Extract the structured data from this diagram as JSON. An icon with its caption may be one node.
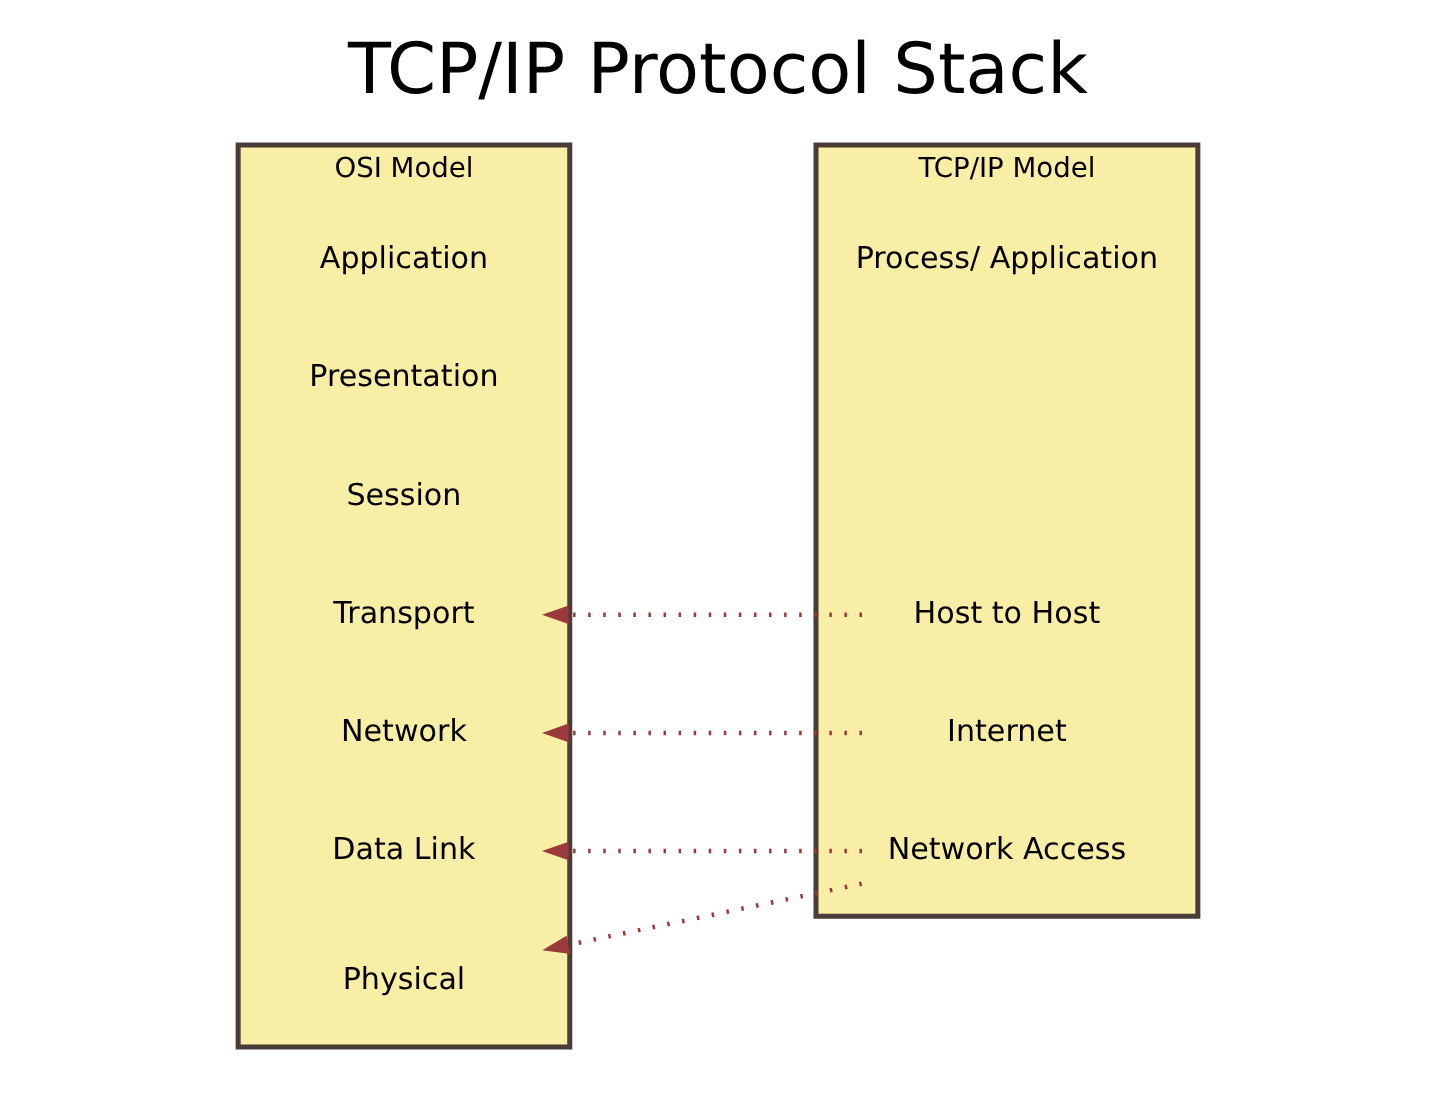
{
  "diagram": {
    "title": "TCP/IP Protocol Stack",
    "nodes": [
      {
        "text": [
          "OSI Model"
        ]
      },
      {
        "text": [
          "Application"
        ],
        "in": 0
      },
      {
        "text": [
          "Presentation"
        ],
        "in": 0
      },
      {
        "text": [
          "Session"
        ],
        "in": 0
      },
      {
        "text": [
          "Transport"
        ],
        "in": 0
      },
      {
        "text": [
          "Network"
        ],
        "in": 0
      },
      {
        "text": [
          "Data Link"
        ],
        "in": 0
      },
      {
        "text": [
          "Physical"
        ],
        "in": 0
      },
      {
        "text": [
          "TCP/IP Model"
        ]
      },
      {
        "text": [
          "Process/ Application"
        ],
        "in": 8
      },
      {
        "text": [
          "Host to Host"
        ],
        "in": 8
      },
      {
        "text": [
          "Internet"
        ],
        "in": 8
      },
      {
        "text": [
          "Network Access"
        ],
        "in": 8
      }
    ],
    "edges": [
      {
        "from": 10,
        "to": 4,
        "arrow": "to",
        "style": "dashed"
      },
      {
        "from": 11,
        "to": 5,
        "arrow": "to",
        "style": "dashed"
      },
      {
        "from": 12,
        "to": 6,
        "arrow": "to",
        "style": "dashed"
      },
      {
        "from": 12,
        "to": 7,
        "arrow": "to",
        "style": "dashed"
      }
    ]
  }
}
